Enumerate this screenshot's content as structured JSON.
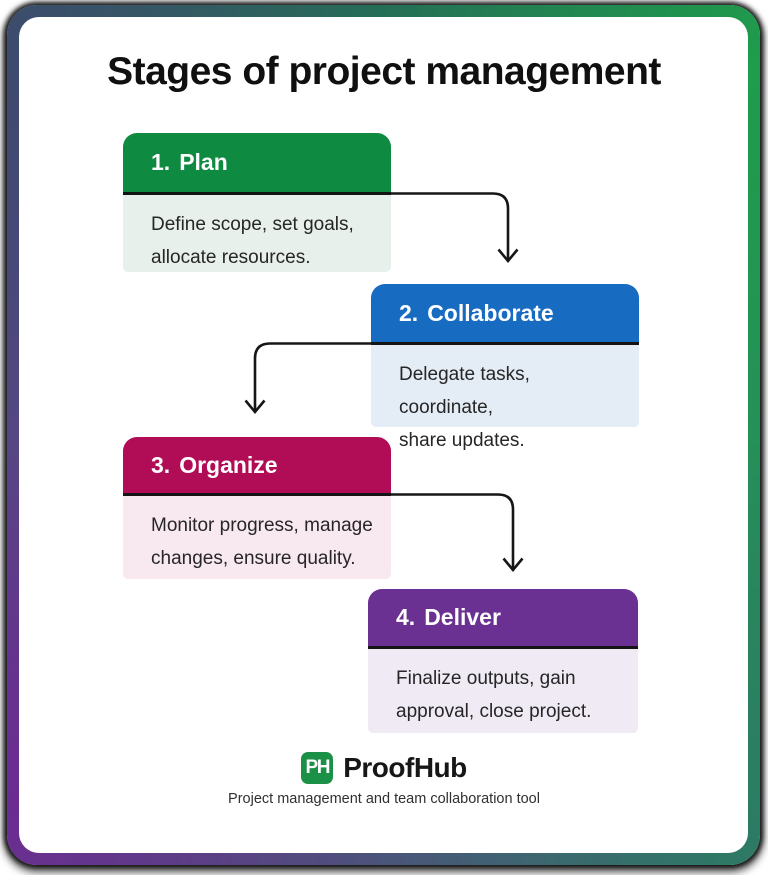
{
  "page": {
    "title": "Stages of project management"
  },
  "stages": [
    {
      "number": "1.",
      "label": "Plan",
      "desc_line1": "Define scope, set goals,",
      "desc_line2": "allocate resources.",
      "header_color": "#0E8A41",
      "body_color": "#E7F0EA"
    },
    {
      "number": "2.",
      "label": "Collaborate",
      "desc_line1": "Delegate tasks, coordinate,",
      "desc_line2": "share updates.",
      "header_color": "#176BC1",
      "body_color": "#E4ECF6"
    },
    {
      "number": "3.",
      "label": "Organize",
      "desc_line1": "Monitor progress, manage",
      "desc_line2": "changes, ensure quality.",
      "header_color": "#B00D56",
      "body_color": "#F8E8EF"
    },
    {
      "number": "4.",
      "label": "Deliver",
      "desc_line1": "Finalize outputs, gain",
      "desc_line2": "approval, close project.",
      "header_color": "#6A3092",
      "body_color": "#EFEAF4"
    }
  ],
  "arrows": {
    "color": "#161616"
  },
  "frame": {
    "corner_colors": {
      "top_left": "#3E4A6E",
      "top_right": "#1F9C4C",
      "bottom_right": "#2B7D63",
      "bottom_left": "#6B2C91"
    }
  },
  "footer": {
    "logo_badge": "PH",
    "logo_text": "ProofHub",
    "logo_color": "#1B9147",
    "tagline": "Project management and team collaboration tool"
  }
}
